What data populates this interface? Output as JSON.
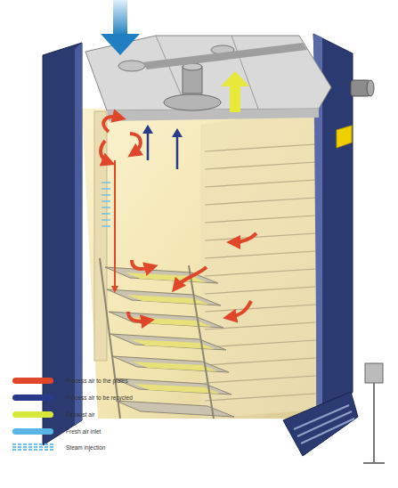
{
  "diagram": {
    "legend": [
      {
        "text": "Process air to the plates",
        "color": "#e0462a"
      },
      {
        "text": "Process air to be recycled",
        "color": "#2a3a8a"
      },
      {
        "text": "Exhaust air",
        "color": "#d8e83a"
      },
      {
        "text": "Fresh air inlet",
        "color": "#5ab4e6"
      },
      {
        "text": "Steam injection"
      }
    ]
  }
}
